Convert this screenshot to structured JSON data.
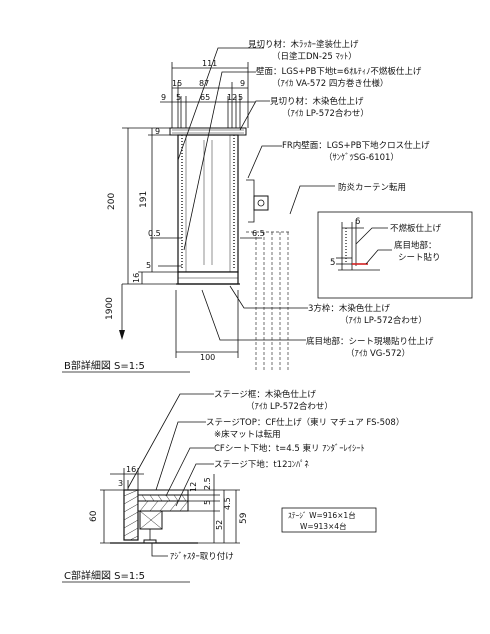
{
  "section_b": {
    "title": "B部詳細図  S=1:5",
    "labels": {
      "mikiri_top_1": "見切り材：木ﾗｯｶｰ塗装仕上げ",
      "mikiri_top_2": "（日塗工DN-25 ﾏｯﾄ）",
      "wall_1": "壁面：LGS+PB下地t=6ｵﾙﾃｨﾉ不燃板仕上げ",
      "wall_2": "（ｱｲｶ VA-572 四方巻き仕様）",
      "mikiri2_1": "見切り材：木染色仕上げ",
      "mikiri2_2": "（ｱｲｶ LP-572合わせ）",
      "fr_1": "FR内壁面：LGS+PB下地クロス仕上げ",
      "fr_2": "（ｻﾝｹﾞﾂSG-6101）",
      "curtain": "防炎カーテン転用",
      "sanpo_1": "3方枠：木染色仕上げ",
      "sanpo_2": "（ｱｲｶ LP-572合わせ）",
      "base_1": "底目地部：シート現場貼り仕上げ",
      "base_2": "（ｱｲｶ VG-572）"
    },
    "inset": {
      "dim": "6",
      "dim2": "5",
      "label1": "不燃板仕上げ",
      "label2": "底目地部：",
      "label3": "シート貼り"
    },
    "dims": {
      "d111": "111",
      "d15": "15",
      "d87": "87",
      "d9a": "9",
      "d9b": "9",
      "d5a": "5",
      "d65": "65",
      "d12": "12",
      "d5b": "5",
      "d9c": "9",
      "d200": "200",
      "d191": "191",
      "d05": "0.5",
      "d5c": "5",
      "d16": "16",
      "d1900": "1900",
      "d100": "100",
      "d65b": "6.5"
    }
  },
  "section_c": {
    "title": "C部詳細図  S=1:5",
    "labels": {
      "frame_1": "ステージ框：木染色仕上げ",
      "frame_2": "（ｱｲｶ LP-572合わせ）",
      "top_1": "ステージTOP：CF仕上げ（東リ マチュア FS-508）",
      "top_2": "※床マットは転用",
      "cf_1": "CFシート下地：t=4.5 東リ ｱﾝﾀﾞｰﾚｲｼｰﾄ",
      "base_1": "ステージ下地：t12ｺﾝﾊﾟﾈ",
      "adjuster": "ｱｼﾞｬｽﾀｰ取り付け",
      "box_1": "ｽﾃｰｼﾞ W=916×1台",
      "box_2": "W=913×4台"
    },
    "dims": {
      "d16": "16",
      "d3": "3",
      "d12": "12",
      "d25": "2.5",
      "d5": "5",
      "d60": "60",
      "d52": "52",
      "d45": "4.5",
      "d59": "59"
    }
  }
}
